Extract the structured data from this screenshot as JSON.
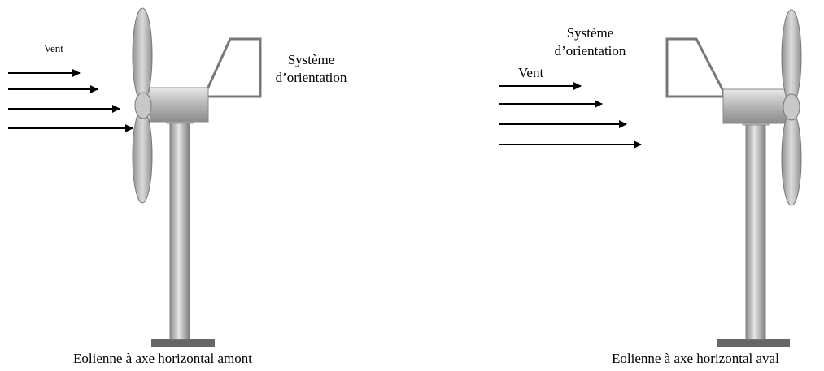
{
  "left": {
    "wind_label": "Vent",
    "system_label_line1": "Système",
    "system_label_line2": "d’orientation",
    "caption": "Eolienne à axe horizontal amont"
  },
  "right": {
    "wind_label": "Vent",
    "system_label_line1": "Système",
    "system_label_line2": "d’orientation",
    "caption": "Eolienne à axe horizontal aval"
  },
  "colors": {
    "metal_light": "#d9d9d9",
    "metal_mid": "#a6a6a6",
    "metal_dark": "#6f6f6f",
    "base": "#666666",
    "outline": "#7f7f7f",
    "arrow": "#000000"
  }
}
